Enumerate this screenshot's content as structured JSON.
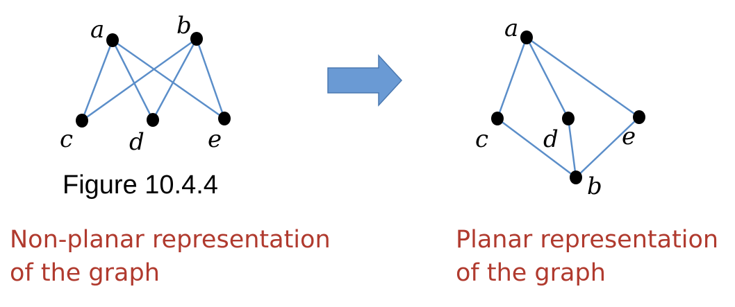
{
  "colors": {
    "edge": "#5b8ec9",
    "node": "#000000",
    "arrow_fill": "#6a9ad4",
    "arrow_stroke": "#4a78b0",
    "caption": "#b03a2e"
  },
  "left_graph": {
    "nodes": [
      {
        "id": "a",
        "label": "a"
      },
      {
        "id": "b",
        "label": "b"
      },
      {
        "id": "c",
        "label": "c"
      },
      {
        "id": "d",
        "label": "d"
      },
      {
        "id": "e",
        "label": "e"
      }
    ],
    "edges": [
      [
        "a",
        "c"
      ],
      [
        "a",
        "d"
      ],
      [
        "a",
        "e"
      ],
      [
        "b",
        "c"
      ],
      [
        "b",
        "d"
      ],
      [
        "b",
        "e"
      ]
    ],
    "figure_label": "Figure 10.4.4",
    "caption_line1": "Non-planar representation",
    "caption_line2": "of the graph"
  },
  "arrow": {
    "icon": "right-arrow-icon"
  },
  "right_graph": {
    "nodes": [
      {
        "id": "a",
        "label": "a"
      },
      {
        "id": "b",
        "label": "b"
      },
      {
        "id": "c",
        "label": "c"
      },
      {
        "id": "d",
        "label": "d"
      },
      {
        "id": "e",
        "label": "e"
      }
    ],
    "edges": [
      [
        "a",
        "c"
      ],
      [
        "a",
        "d"
      ],
      [
        "a",
        "e"
      ],
      [
        "c",
        "b"
      ],
      [
        "d",
        "b"
      ],
      [
        "e",
        "b"
      ]
    ],
    "caption_line1": "Planar representation",
    "caption_line2": "of the graph"
  }
}
